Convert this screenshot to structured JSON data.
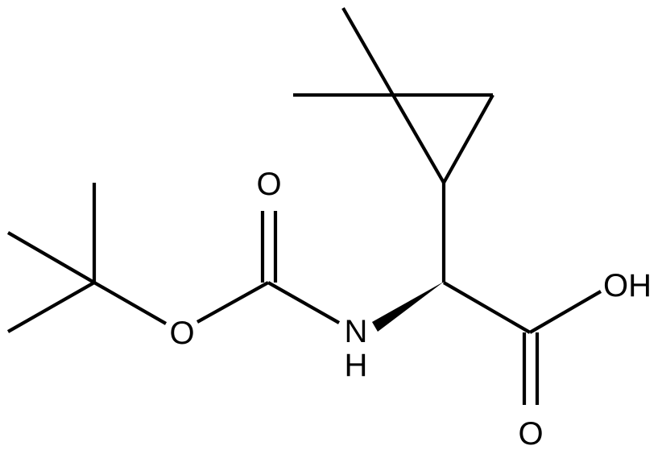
{
  "structure": {
    "atoms": {
      "ester_oxygen": "O",
      "carbonyl_oxygen_boc": "O",
      "amine_nitrogen": "N",
      "amine_hydrogen": "H",
      "hydroxyl": "OH",
      "carbonyl_oxygen_acid": "O"
    },
    "colors": {
      "ink": "#000000",
      "background": "#ffffff"
    }
  }
}
